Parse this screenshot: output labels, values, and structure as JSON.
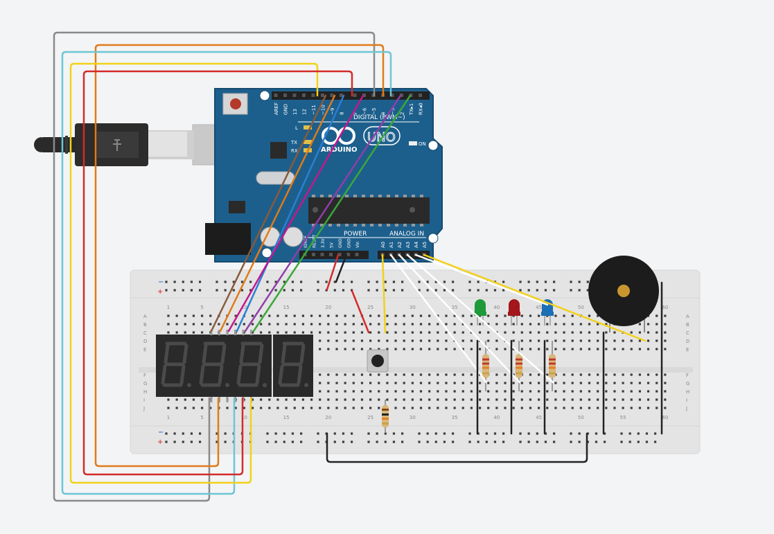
{
  "arduino": {
    "logo_text": "ARDUINO",
    "model": "UNO",
    "digital_label": "DIGITAL (PWM~)",
    "digital_pins": [
      "AREF",
      "GND",
      "13",
      "12",
      "~11",
      "~10",
      "~9",
      "8",
      "7",
      "~6",
      "~5",
      "4",
      "~3",
      "2",
      "TX▸1",
      "RX◂0"
    ],
    "power_label": "POWER",
    "analog_label": "ANALOG IN",
    "power_pins": [
      "IOREF",
      "RESET",
      "3.3V",
      "5V",
      "GND",
      "GND",
      "Vin"
    ],
    "analog_pins": [
      "A0",
      "A1",
      "A2",
      "A3",
      "A4",
      "A5"
    ],
    "led_labels": [
      "L",
      "TX",
      "RX"
    ],
    "on_label": "ON"
  },
  "breadboard": {
    "column_numbers": [
      "1",
      "5",
      "10",
      "15",
      "20",
      "25",
      "30",
      "35",
      "40",
      "45",
      "50",
      "55",
      "60"
    ],
    "row_letters_top": [
      "A",
      "B",
      "C",
      "D",
      "E"
    ],
    "row_letters_bottom": [
      "F",
      "G",
      "H",
      "I",
      "J"
    ],
    "rail_minus": "−",
    "rail_plus": "+"
  },
  "display": {
    "digits": [
      "8",
      "8",
      "8",
      "8"
    ]
  },
  "components": {
    "leds": [
      {
        "color": "#1f9a3a",
        "name": "green-led"
      },
      {
        "color": "#a3161a",
        "name": "red-led"
      },
      {
        "color": "#1a6fb5",
        "name": "blue-led"
      }
    ]
  }
}
